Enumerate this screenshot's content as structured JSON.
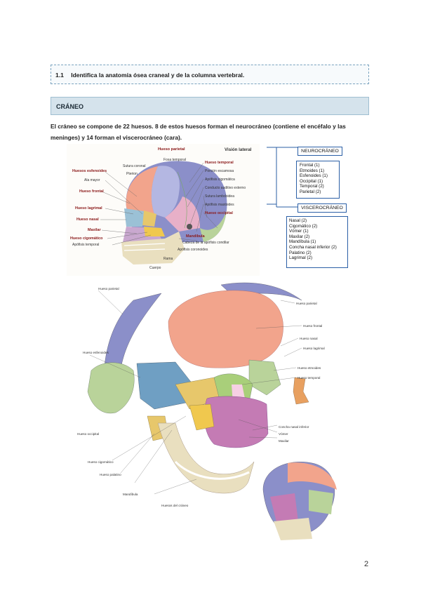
{
  "objective": {
    "number": "1.1",
    "text": "Identifica la anatomía ósea craneal y de la columna vertebral."
  },
  "section": {
    "title": "CRÁNEO"
  },
  "intro": {
    "line1": "El cráneo se compone de 22 huesos. 8 de estos huesos forman el neurocráneo (contiene el encéfalo y las",
    "line2": "meninges) y 14 forman el viscerocráneo (cara)."
  },
  "figure_lateral": {
    "title": "Visión lateral",
    "labels_left": [
      "Huesos esfenoides",
      "Ala mayor",
      "Hueso frontal",
      "Hueso lagrimal",
      "Hueso nasal",
      "Maxilar",
      "Hueso cigomático",
      "Apófisis temporal"
    ],
    "labels_top": [
      "Hueso parietal",
      "Sutura coronal",
      "Pterion",
      "Fosa temporal"
    ],
    "labels_right": [
      "Hueso temporal",
      "Porción escamosa",
      "Apófisis cigomática",
      "Conducto auditivo externo",
      "Sutura lambdoidea",
      "Apófisis mastoides",
      "Hueso occipital",
      "Mandíbula",
      "Cabeza de la apófisis condilar",
      "Apófisis coronoides",
      "Rama",
      "Cuerpo"
    ]
  },
  "classification": {
    "neuro_title": "NEUROCRÁNEO",
    "neuro_items": [
      "Frontal (1)",
      "Etmoides (1)",
      "Esfenoides (1)",
      "Occipital (1)",
      "Temporal (2)",
      "Parietal (2)"
    ],
    "visc_title": "VISCEROCRÁNEO",
    "visc_items": [
      "Nasal (2)",
      "Cigomático (2)",
      "Vómer (1)",
      "Maxilar (2)",
      "Mandíbula (1)",
      "Concha nasal inferior (2)",
      "Palatino (2)",
      "Lagrimal (2)"
    ]
  },
  "figure_exploded": {
    "labels": [
      "Hueso parietal",
      "Hueso parietal",
      "Hueso frontal",
      "Hueso nasal",
      "Hueso lagrimal",
      "Hueso etmoides",
      "Hueso esfenoides",
      "Hueso temporal",
      "Hueso occipital",
      "Concha nasal inferior",
      "Vómer",
      "Maxilar",
      "Hueso cigomático",
      "Hueso palatino",
      "Mandíbula",
      "Huesos del cráneo"
    ]
  },
  "colors": {
    "frontal": "#f2a48c",
    "parietal": "#8b8fc9",
    "temporal": "#9bb8d6",
    "occipital": "#b9d39a",
    "sphenoid": "#e7c76b",
    "zygomatic": "#f0c84e",
    "maxilla": "#c47bb4",
    "mandible": "#e9dfbf",
    "ethmoid": "#a9cf7a",
    "nasal": "#e8a060",
    "accent_box": "#2b5fa6",
    "header_bg": "#d5e3ec",
    "label_red": "#8b1a1a"
  },
  "page": {
    "number": "2"
  }
}
